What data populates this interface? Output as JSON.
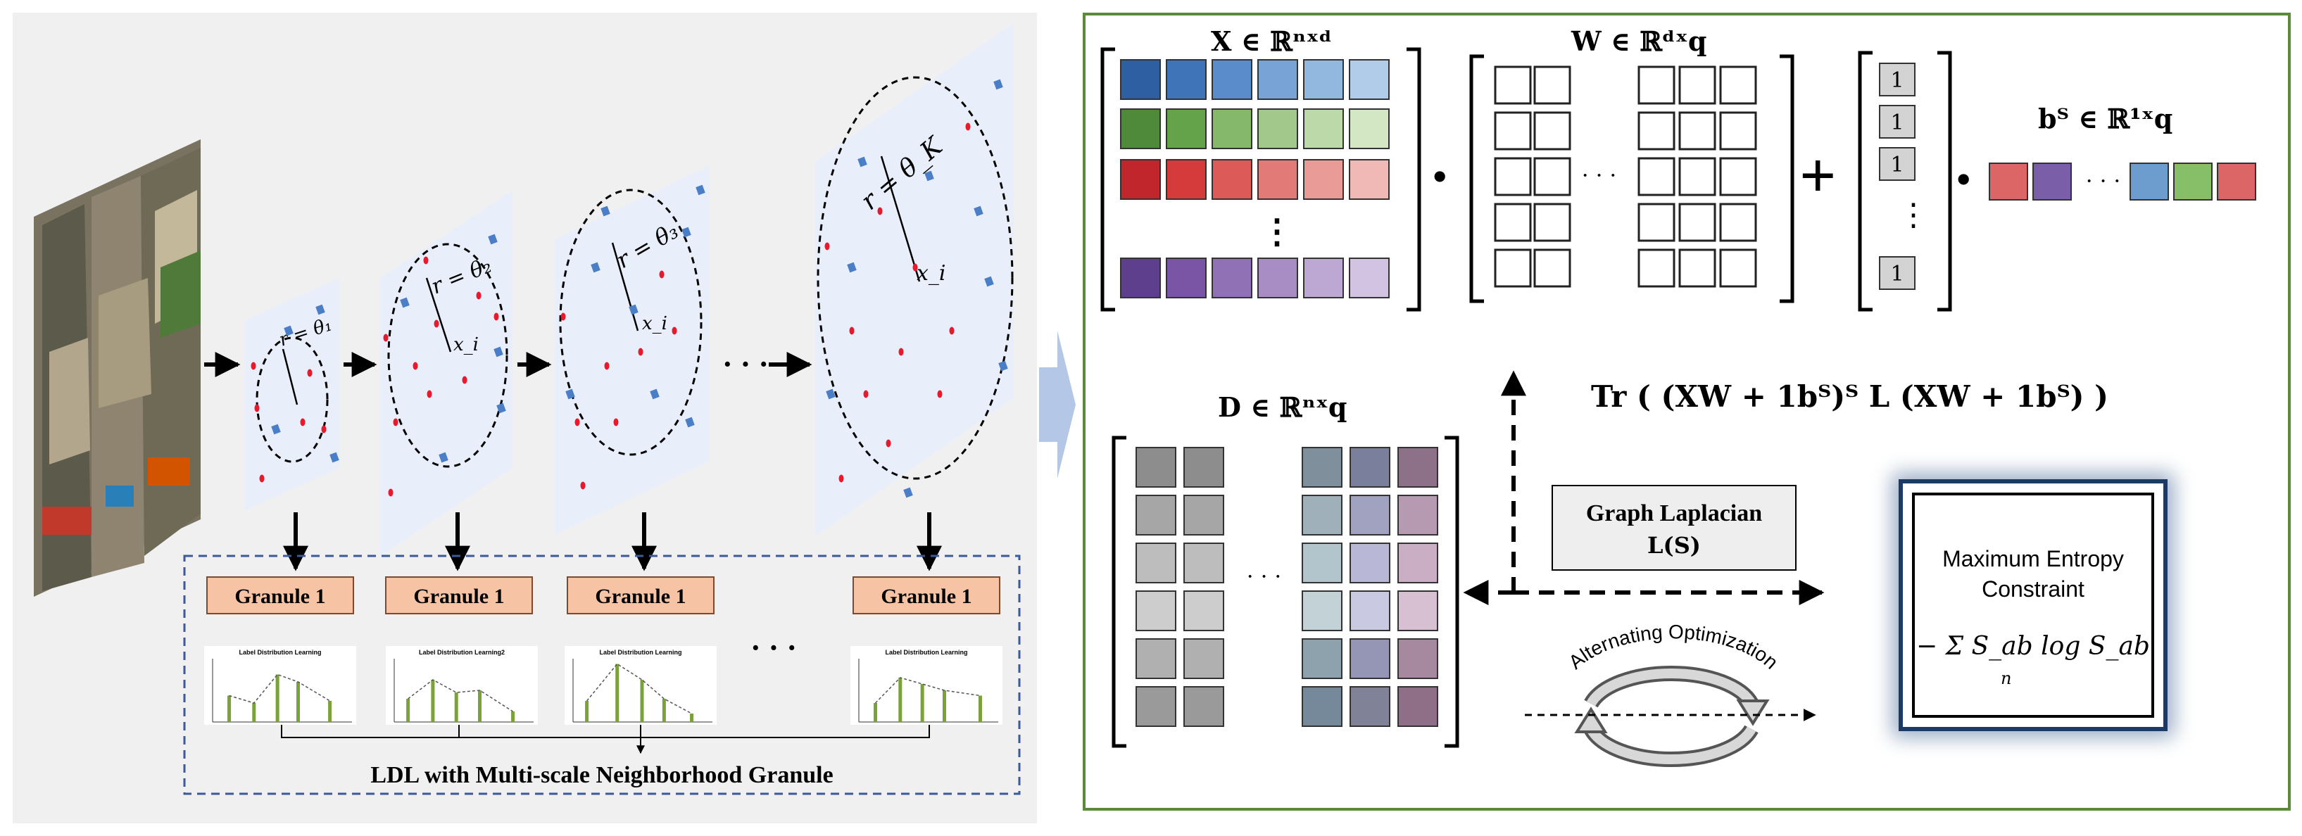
{
  "colors": {
    "left_panel_bg": "#f0f0f0",
    "plane_fill": "#e9effa",
    "point_red": "#e8192c",
    "point_blue": "#4a7fc8",
    "granule_fill": "#f6c3a4",
    "granule_border": "#7a4b2e",
    "dashed_box": "#3c5a99",
    "right_border": "#5a8a3a",
    "big_arrow": "#b4c7e7",
    "plot_bar": "#7aa13a",
    "entropy_glow": "#4a6b97",
    "graph_box": "#eeeeee"
  },
  "left": {
    "radius_labels": [
      "r = θ₁",
      "r = θ₂",
      "r = θ₃",
      "r = θ_K"
    ],
    "center_label": "x_i",
    "ellipsis": "· · ·",
    "granules": [
      "Granule 1",
      "Granule 1",
      "Granule 1",
      "Granule 1"
    ],
    "plot_titles": [
      "Label Distribution Learning",
      "Label Distribution Learning2",
      "Label Distribution Learning",
      "Label Distribution Learning"
    ],
    "caption": "LDL with Multi-scale Neighborhood Granule"
  },
  "right": {
    "x_label": "X ∈ ℝⁿˣᵈ",
    "w_label": "W ∈ ℝᵈˣq",
    "b_label": "bᵀ ∈ ℝ¹ˣq",
    "d_label": "D ∈ ℝⁿˣq",
    "ones": [
      "1",
      "1",
      "1",
      "1"
    ],
    "vdots": "⋮",
    "hdots": "· · ·",
    "dot_op": "•",
    "plus_op": "+",
    "trace_formula": "Tr ( (XW + 1bᵀ)ᵀ L (XW + 1bᵀ) )",
    "graph_title": "Graph Laplacian",
    "graph_sub": "L(S)",
    "alt_opt": "Alternating Optimization",
    "entropy_title_1": "Maximum Entropy",
    "entropy_title_2": "Constraint",
    "entropy_formula": "− Σ S_ab log S_ab",
    "entropy_sum_index": "n"
  }
}
